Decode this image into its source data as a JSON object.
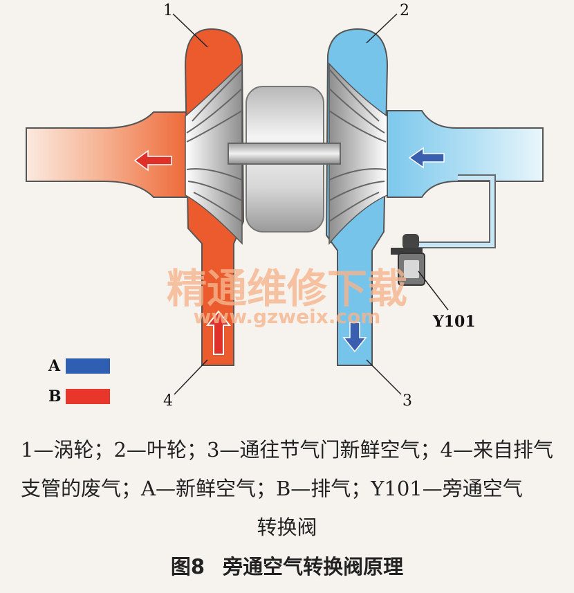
{
  "diagram": {
    "callouts": [
      {
        "id": "1",
        "label": "1"
      },
      {
        "id": "2",
        "label": "2"
      },
      {
        "id": "3",
        "label": "3"
      },
      {
        "id": "4",
        "label": "4"
      }
    ],
    "valve_label": "Y101",
    "legend": [
      {
        "key": "A",
        "color": "#2f5fb3"
      },
      {
        "key": "B",
        "color": "#e8362a"
      }
    ],
    "watermark": {
      "line1": "精通维修下载",
      "line2": "www.gzweix.com"
    },
    "colors": {
      "turbine_hot": "#ec5b2e",
      "compressor_cold": "#76c4ea",
      "arrow_blue": "#3a5fae",
      "arrow_red": "#e0302a"
    }
  },
  "caption": {
    "text": "1—涡轮；2—叶轮；3—通往节气门新鲜空气；4—来自排气支管的废气；A—新鲜空气；B—排气；Y101—旁通空气",
    "text_last": "转换阀"
  },
  "figure_title": {
    "number": "图8",
    "text": "旁通空气转换阀原理"
  }
}
